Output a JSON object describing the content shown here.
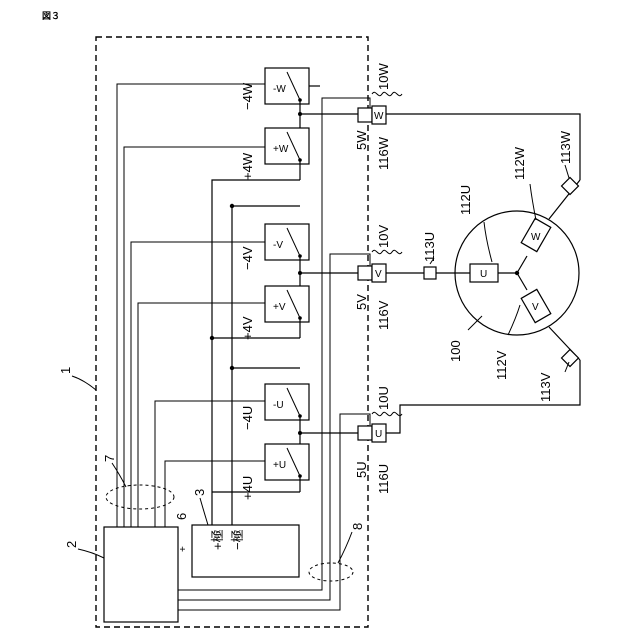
{
  "figure_label": "図３",
  "labels": {
    "ref_1": "1",
    "ref_2": "2",
    "ref_3": "3",
    "ref_6": "6",
    "ref_7": "7",
    "ref_8": "8",
    "ref_100": "100",
    "plus_pole": "+極",
    "minus_pole": "−極",
    "pm_sign": "+",
    "sw_plus_u": "+U",
    "sw_minus_u": "-U",
    "sw_plus_v": "+V",
    "sw_minus_v": "-V",
    "sw_plus_w": "+W",
    "sw_minus_w": "-W",
    "lbl_plus_4u": "+4U",
    "lbl_minus_4u": "−4U",
    "lbl_plus_4v": "+4V",
    "lbl_minus_4v": "−4V",
    "lbl_plus_4w": "+4W",
    "lbl_minus_4w": "−4W",
    "lbl_5u": "5U",
    "lbl_5v": "5V",
    "lbl_5w": "5W",
    "lbl_10u": "10U",
    "lbl_10v": "10V",
    "lbl_10w": "10W",
    "lbl_116u": "116U",
    "lbl_116v": "116V",
    "lbl_116w": "116W",
    "sensor_u": "U",
    "sensor_v": "V",
    "sensor_w": "W",
    "lbl_112u": "112U",
    "lbl_112v": "112V",
    "lbl_112w": "112W",
    "lbl_113u": "113U",
    "lbl_113v": "113V",
    "lbl_113w": "113W",
    "coil_u": "U",
    "coil_v": "V",
    "coil_w": "W"
  }
}
